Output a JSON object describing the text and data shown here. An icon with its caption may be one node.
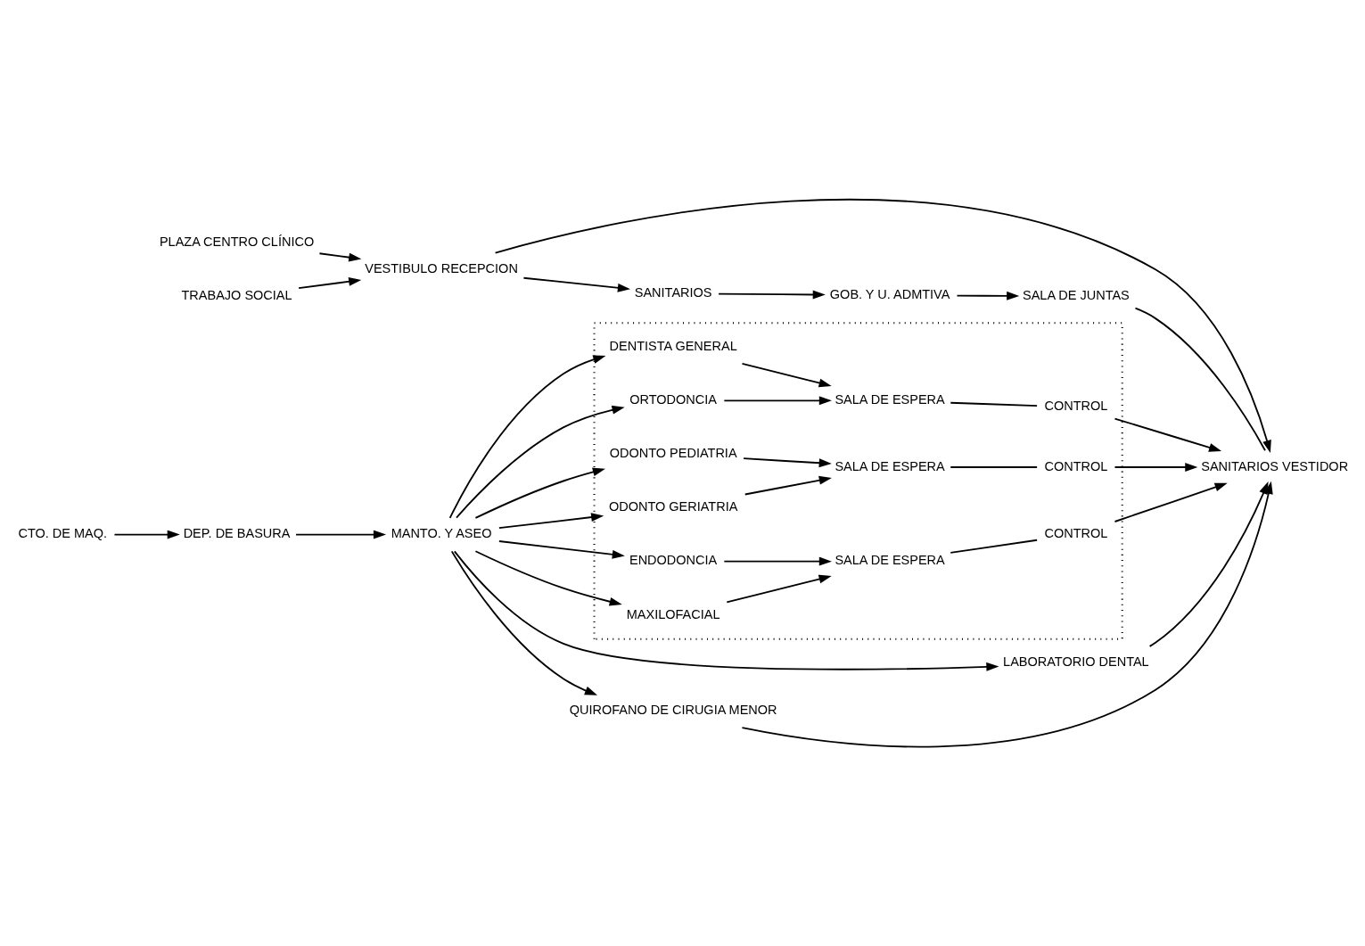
{
  "diagram": {
    "nodes": [
      {
        "text": [
          "PLAZA CENTRO CLÍNICO"
        ]
      },
      {
        "text": [
          "VESTIBULO RECEPCION"
        ]
      },
      {
        "text": [
          "TRABAJO SOCIAL"
        ]
      },
      {
        "text": [],
        "shape": "box"
      },
      {
        "text": [
          "DENTISTA GENERAL"
        ],
        "in": 3
      },
      {
        "text": [
          "ORTODONCIA"
        ],
        "in": 3
      },
      {
        "text": [
          "ODONTO PEDIATRIA"
        ],
        "in": 3
      },
      {
        "text": [
          "ODONTO GERIATRIA"
        ],
        "in": 3
      },
      {
        "text": [
          "ENDODONCIA"
        ],
        "in": 3
      },
      {
        "text": [
          "MAXILOFACIAL"
        ],
        "in": 3
      },
      {
        "text": [
          "SALA DE ESPERA"
        ],
        "in": 3
      },
      {
        "text": [
          "CONTROL"
        ],
        "in": 3
      },
      {
        "text": [
          "SALA DE ESPERA"
        ],
        "in": 3
      },
      {
        "text": [
          "CONTROL"
        ],
        "in": 3
      },
      {
        "text": [
          "SALA DE ESPERA"
        ],
        "in": 3
      },
      {
        "text": [
          "CONTROL"
        ],
        "in": 3
      },
      {
        "text": [
          "CTO. DE MAQ."
        ]
      },
      {
        "text": [
          "DEP. DE BASURA"
        ]
      },
      {
        "text": [
          "MANTO. Y ASEO"
        ]
      },
      {
        "text": [
          "LABORATORIO DENTAL"
        ]
      },
      {
        "text": [
          "QUIROFANO DE CIRUGIA MENOR"
        ]
      },
      {
        "text": [
          "SANITARIOS VESTIDOR"
        ]
      },
      {
        "text": [
          "SANITARIOS"
        ]
      },
      {
        "text": [
          "GOB. Y U. ADMTIVA"
        ]
      },
      {
        "text": [
          "SALA DE JUNTAS"
        ]
      }
    ],
    "edges": [
      {
        "from": 0,
        "to": 1,
        "arrow": "to"
      },
      {
        "from": 2,
        "to": 1,
        "arrow": "to"
      },
      {
        "from": 1,
        "to": 22,
        "arrow": "to"
      },
      {
        "from": 1,
        "to": 21,
        "arrow": "to"
      },
      {
        "from": 16,
        "to": 17,
        "arrow": "to"
      },
      {
        "from": 17,
        "to": 18,
        "arrow": "to"
      },
      {
        "from": 18,
        "to": 4,
        "arrow": "to"
      },
      {
        "from": 18,
        "to": 5,
        "arrow": "to"
      },
      {
        "from": 18,
        "to": 6,
        "arrow": "to"
      },
      {
        "from": 18,
        "to": 7,
        "arrow": "to"
      },
      {
        "from": 18,
        "to": 8,
        "arrow": "to"
      },
      {
        "from": 18,
        "to": 9,
        "arrow": "to"
      },
      {
        "from": 18,
        "to": 19,
        "arrow": "to"
      },
      {
        "from": 18,
        "to": 20,
        "arrow": "to"
      },
      {
        "from": 4,
        "to": 10,
        "arrow": "to"
      },
      {
        "from": 5,
        "to": 10,
        "arrow": "to"
      },
      {
        "from": 10,
        "to": 11,
        "arrow": "none"
      },
      {
        "from": 11,
        "to": 21,
        "arrow": "to"
      },
      {
        "from": 6,
        "to": 12,
        "arrow": "to"
      },
      {
        "from": 7,
        "to": 12,
        "arrow": "to"
      },
      {
        "from": 12,
        "to": 13,
        "arrow": "none"
      },
      {
        "from": 13,
        "to": 21,
        "arrow": "to"
      },
      {
        "from": 8,
        "to": 14,
        "arrow": "to"
      },
      {
        "from": 9,
        "to": 14,
        "arrow": "to"
      },
      {
        "from": 14,
        "to": 15,
        "arrow": "none"
      },
      {
        "from": 15,
        "to": 21,
        "arrow": "to"
      },
      {
        "from": 19,
        "to": 21,
        "arrow": "to"
      },
      {
        "from": 20,
        "to": 21,
        "arrow": "to"
      },
      {
        "from": 22,
        "to": 23,
        "arrow": "to"
      },
      {
        "from": 23,
        "to": 24,
        "arrow": "to"
      },
      {
        "from": 24,
        "to": 21,
        "arrow": "none"
      }
    ]
  }
}
